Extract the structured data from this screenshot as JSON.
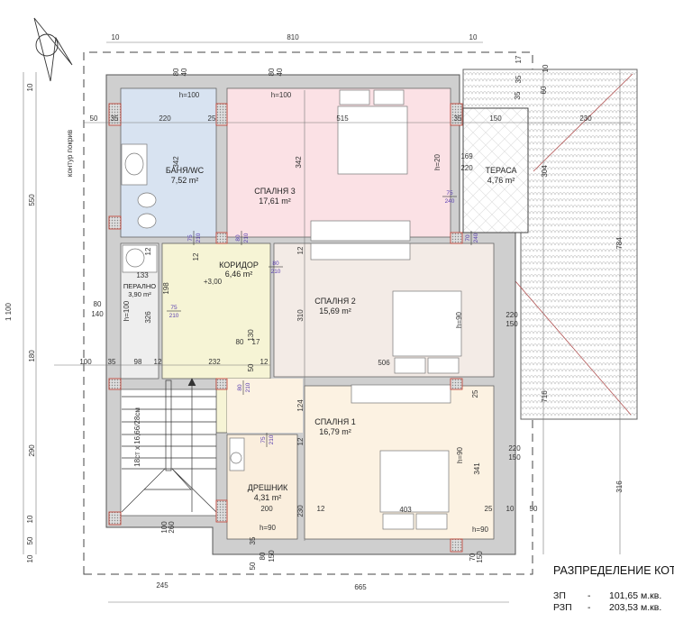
{
  "rooms": {
    "bath": {
      "name": "БАНЯ/WC",
      "area": "7,52 m²"
    },
    "bedroom3": {
      "name": "СПАЛНЯ 3",
      "area": "17,61 m²"
    },
    "terrace": {
      "name": "ТЕРАСА",
      "area": "4,76 m²"
    },
    "corridor": {
      "name": "КОРИДОР",
      "area": "6,46 m²"
    },
    "laundry": {
      "name": "ПЕРАЛНО",
      "area": "3,90 m²"
    },
    "bedroom2": {
      "name": "СПАЛНЯ 2",
      "area": "15,69 m²"
    },
    "bedroom1": {
      "name": "СПАЛНЯ 1",
      "area": "16,79 m²"
    },
    "wardrobe": {
      "name": "ДРЕШНИК",
      "area": "4,31 m²"
    }
  },
  "annotations": {
    "roof_contour": "контур покрив",
    "level": "+3,00",
    "stairs": "18ст x 16,66/28см"
  },
  "dimensions": [
    "10",
    "810",
    "10",
    "245",
    "665",
    "550",
    "1 100",
    "180",
    "290",
    "10",
    "50",
    "10",
    "10",
    "784",
    "716",
    "316",
    "304",
    "60",
    "17",
    "35",
    "35",
    "10",
    "50",
    "35",
    "220",
    "25",
    "515",
    "35",
    "150",
    "230",
    "342",
    "342",
    "169",
    "220",
    "h=100",
    "h=100",
    "80",
    "40",
    "80",
    "40",
    "12",
    "12",
    "133",
    "198",
    "326",
    "80",
    "140",
    "h=100",
    "100",
    "35",
    "98",
    "12",
    "232",
    "50",
    "12",
    "130",
    "80",
    "17",
    "310",
    "124",
    "12",
    "200",
    "230",
    "12",
    "h=90",
    "80",
    "150",
    "35",
    "50",
    "100",
    "260",
    "506",
    "25",
    "341",
    "403",
    "25",
    "10",
    "50",
    "h=90",
    "70",
    "150",
    "h=90",
    "220",
    "150",
    "h=90",
    "220",
    "150",
    "h=20",
    "12"
  ],
  "doors": [
    {
      "w": "75",
      "h": "210"
    },
    {
      "w": "80",
      "h": "210"
    },
    {
      "w": "80",
      "h": "210"
    },
    {
      "w": "75",
      "h": "210"
    },
    {
      "w": "75",
      "h": "240"
    },
    {
      "w": "70",
      "h": "240"
    },
    {
      "w": "80",
      "h": "210"
    },
    {
      "w": "75",
      "h": "210"
    }
  ],
  "legend": {
    "title": "РАЗПРЕДЕЛЕНИЕ КОТА",
    "rows": [
      {
        "code": "ЗП",
        "sep": "-",
        "value": "101,65 м.кв."
      },
      {
        "code": "РЗП",
        "sep": "-",
        "value": "203,53 м.кв."
      }
    ]
  },
  "colors": {
    "bath": "#d8e3f1",
    "bedroom3": "#fbe1e5",
    "corridor": "#f6f4d5",
    "bedroom2": "#f3ebe6",
    "bedroom1": "#fcf2e2",
    "wardrobe": "#faeedd",
    "laundry": "#eeeeee",
    "wall": "#cfcfcf",
    "door_text": "#5a3fb0",
    "column": "#c0392b"
  }
}
